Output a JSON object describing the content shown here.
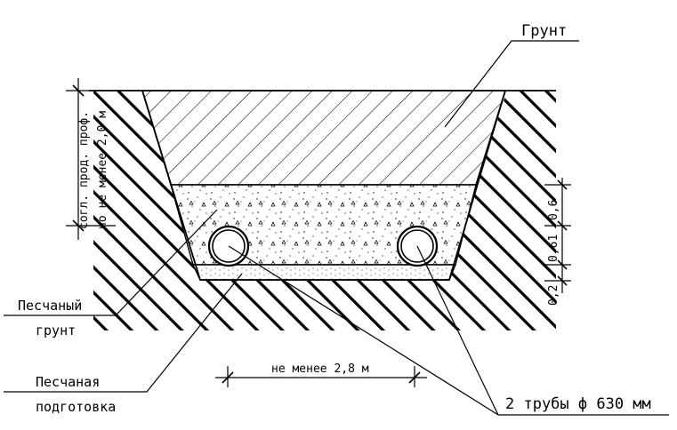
{
  "labels": {
    "soil": "Грунт",
    "sandy_soil_line1": "Песчаный",
    "sandy_soil_line2": "грунт",
    "sand_bedding_line1": "Песчаная",
    "sand_bedding_line2": "подготовка",
    "pipes": "2 трубы ф 630 мм",
    "depth_line1": "согл. прод. проф.",
    "depth_line2": "но не менее 2,0 м",
    "width_dim": "не менее 2,8 м",
    "dim_top": "0,6",
    "dim_pipe": "0,61",
    "dim_bottom": "0,2"
  },
  "colors": {
    "ink": "#000000",
    "background": "#ffffff"
  }
}
